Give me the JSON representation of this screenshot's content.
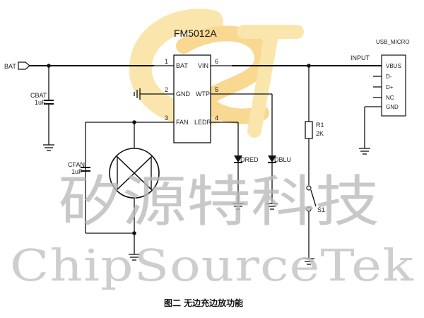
{
  "chip": {
    "name": "FM5012A",
    "pins_left": [
      {
        "num": "1",
        "name": "BAT"
      },
      {
        "num": "2",
        "name": "GND"
      },
      {
        "num": "3",
        "name": "FAN"
      }
    ],
    "pins_right": [
      {
        "num": "6",
        "name": "VIN"
      },
      {
        "num": "5",
        "name": "WTP"
      },
      {
        "num": "4",
        "name": "LEDR"
      }
    ]
  },
  "bat_port": "BAT",
  "cbat": {
    "ref": "CBAT",
    "value": "1uF"
  },
  "cfan": {
    "ref": "CFAN",
    "value": "1uF"
  },
  "input_net": "INPUT",
  "usb": {
    "title": "USB_MICRO",
    "pins": [
      "VBUS",
      "D-",
      "D+",
      "NC",
      "GND"
    ]
  },
  "r1": {
    "ref": "R1",
    "value": "2K"
  },
  "switch": {
    "ref": "S1"
  },
  "leds": {
    "red": "DRED",
    "blue": "DBLU"
  },
  "watermark": {
    "cn": "矽源特科技",
    "en": "ChipSourceTek",
    "logo_colors": [
      "#f7d36b",
      "#f5b93a"
    ]
  },
  "caption": "图二 无边充边放功能"
}
